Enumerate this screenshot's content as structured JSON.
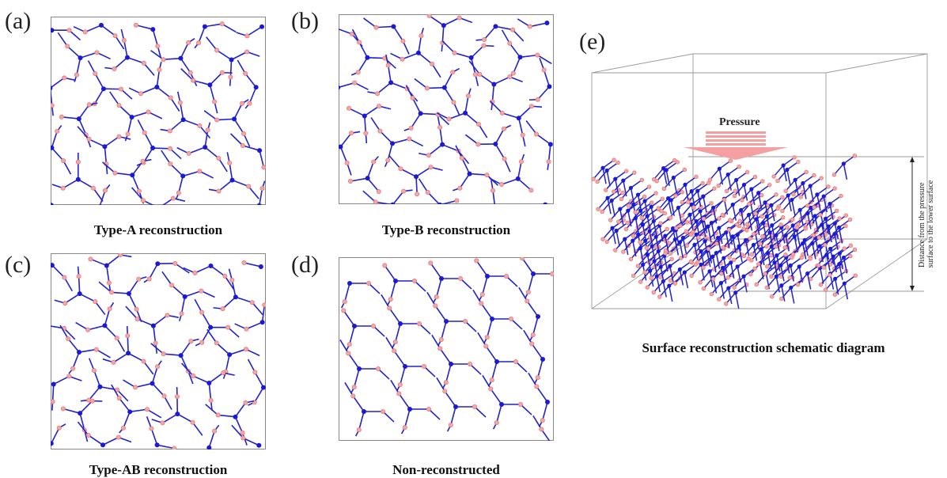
{
  "panels": [
    {
      "tag": "(a)",
      "caption": "Type-A reconstruction"
    },
    {
      "tag": "(b)",
      "caption": "Type-B reconstruction"
    },
    {
      "tag": "(c)",
      "caption": "Type-AB reconstruction"
    },
    {
      "tag": "(d)",
      "caption": "Non-reconstructed"
    }
  ],
  "schematic": {
    "tag": "(e)",
    "caption": "Surface reconstruction schematic diagram",
    "pressure_label": "Pressure",
    "side_label_line1": "Distance from the pressure",
    "side_label_line2": "surface to the lower surface"
  },
  "colors": {
    "silicon_atom": "#1a1ad6",
    "oxygen_atom": "#f6a6a6",
    "bond": "#2222cc",
    "pressure_arrow": "#f4a0a0"
  }
}
